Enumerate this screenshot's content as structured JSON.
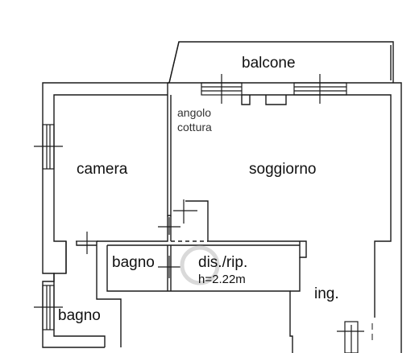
{
  "rooms": {
    "balcone": "balcone",
    "angolo_line1": "angolo",
    "angolo_line2": "cottura",
    "camera": "camera",
    "soggiorno": "soggiorno",
    "bagno_small": "bagno",
    "disrip": "dis./rip.",
    "height": "h=2.22m",
    "ingresso": "ing.",
    "bagno_main": "bagno"
  },
  "colors": {
    "wall_fill": "#ffffff",
    "wall_line": "#1a1a1a",
    "watermark": "#d9d9d9"
  }
}
